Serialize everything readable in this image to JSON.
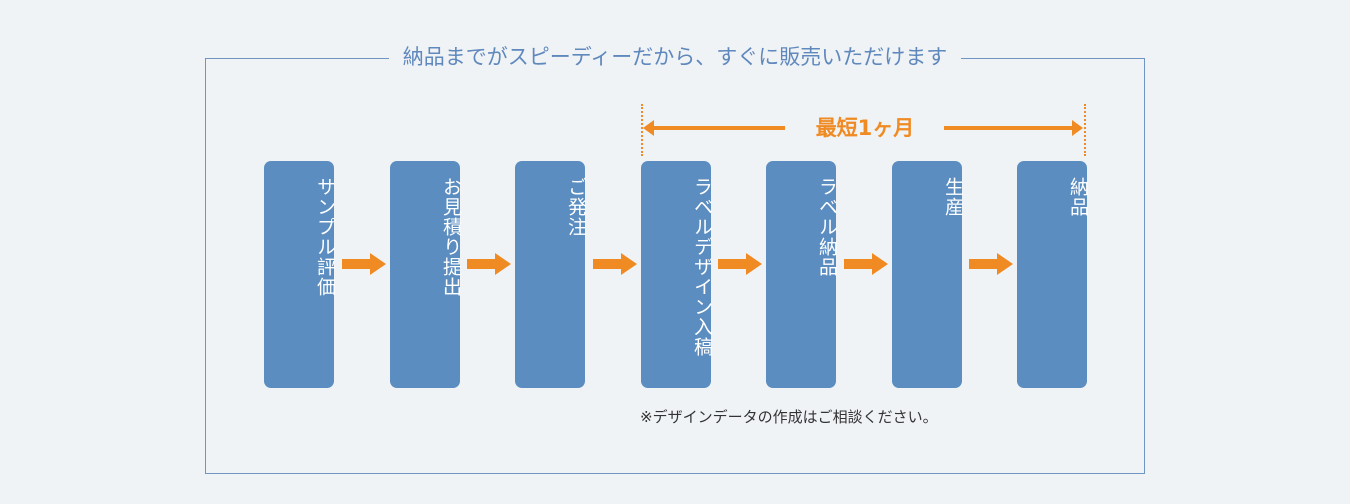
{
  "title": "納品までがスピーディーだから、すぐに販売いただけます",
  "period_label": "最短1ヶ月",
  "steps": [
    {
      "label": "サンプル評価"
    },
    {
      "label": "お見積り提出"
    },
    {
      "label": "ご発注"
    },
    {
      "label": "ラベルデザイン入稿"
    },
    {
      "label": "ラベル納品"
    },
    {
      "label": "生産"
    },
    {
      "label": "納品"
    }
  ],
  "note": "※デザインデータの作成はご相談ください。",
  "colors": {
    "step_box": "#5b8dc0",
    "arrow": "#f08a22",
    "frame": "#6f95c3",
    "title": "#5f88bd",
    "background": "#f0f3f6"
  }
}
